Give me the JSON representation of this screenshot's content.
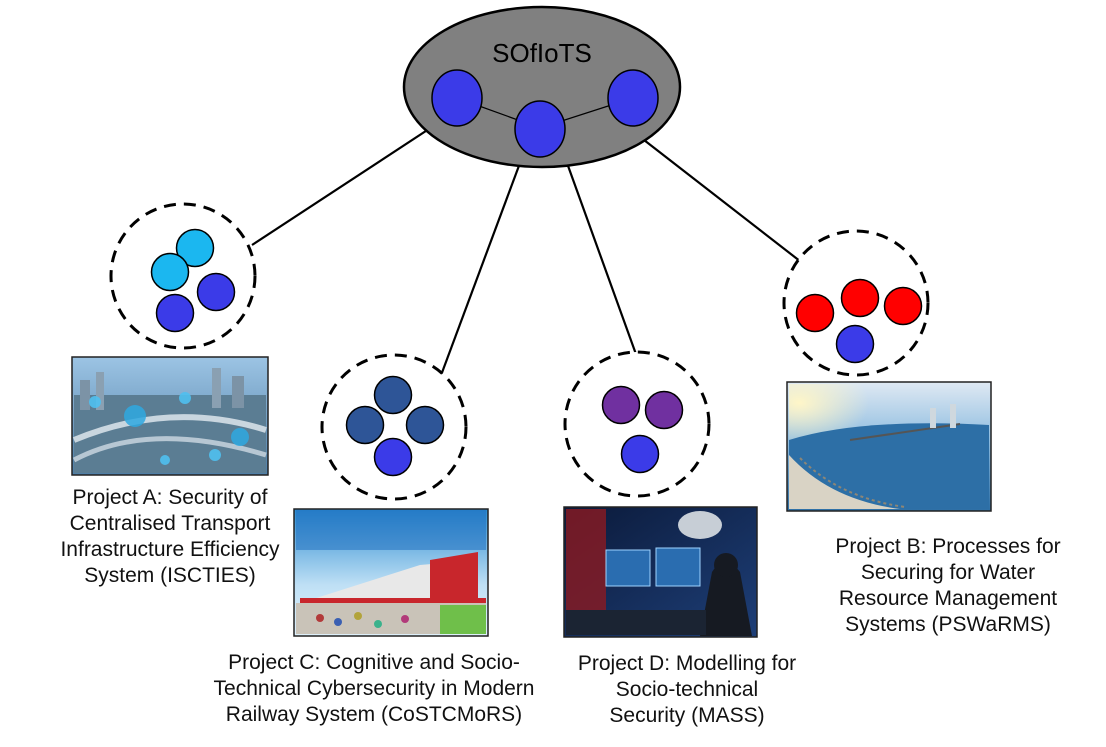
{
  "hub": {
    "title": "SOfIoTS",
    "fill": "#808080",
    "node_color": "#3b3be8"
  },
  "projects": [
    {
      "id": "A",
      "caption_lines": [
        "Project A: Security of",
        "Centralised Transport",
        "Infrastructure Efficiency",
        "System (ISCTIES)"
      ],
      "node_colors": [
        "#1bb7f0",
        "#1bb7f0",
        "#3b3be8",
        "#3b3be8"
      ],
      "image": "smart-city-transport-photo"
    },
    {
      "id": "C",
      "caption_lines": [
        "Project C: Cognitive and Socio-",
        "Technical Cybersecurity in Modern",
        "Railway System (CoSTCMoRS)"
      ],
      "node_colors": [
        "#2e5597",
        "#2e5597",
        "#2e5597",
        "#3b3be8"
      ],
      "image": "railway-train-photo"
    },
    {
      "id": "D",
      "caption_lines": [
        "Project D: Modelling for",
        "Socio-technical",
        "Security (MASS)"
      ],
      "node_colors": [
        "#7030a0",
        "#7030a0",
        "#3b3be8"
      ],
      "image": "hacker-at-computer-photo"
    },
    {
      "id": "B",
      "caption_lines": [
        "Project B: Processes for",
        "Securing for Water",
        "Resource Management",
        "Systems (PSWaRMS)"
      ],
      "node_colors": [
        "#ff0000",
        "#ff0000",
        "#ff0000",
        "#3b3be8"
      ],
      "image": "water-treatment-plant-photo"
    }
  ]
}
